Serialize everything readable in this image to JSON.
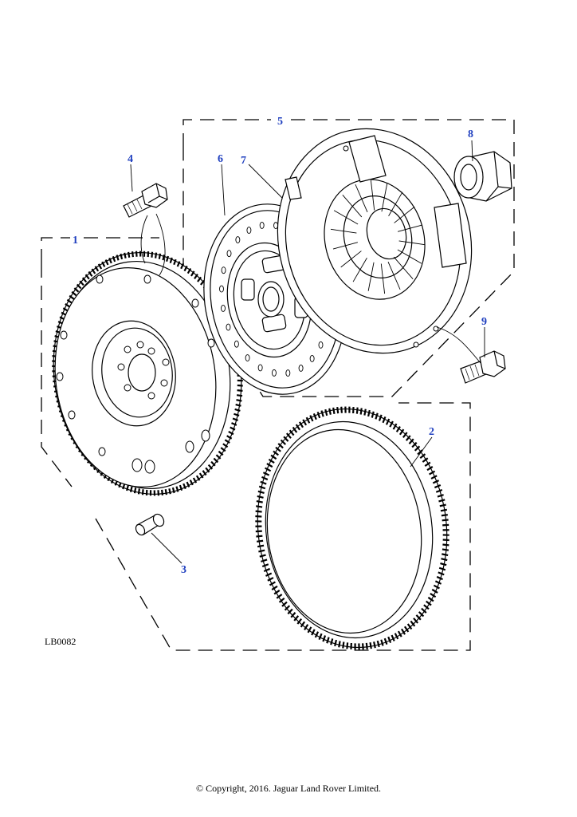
{
  "diagram": {
    "callouts": [
      "1",
      "2",
      "3",
      "4",
      "5",
      "6",
      "7",
      "8",
      "9"
    ],
    "reference_code": "LB0082"
  },
  "footer": {
    "copyright": "© Copyright, 2016. Jaguar Land Rover Limited."
  }
}
